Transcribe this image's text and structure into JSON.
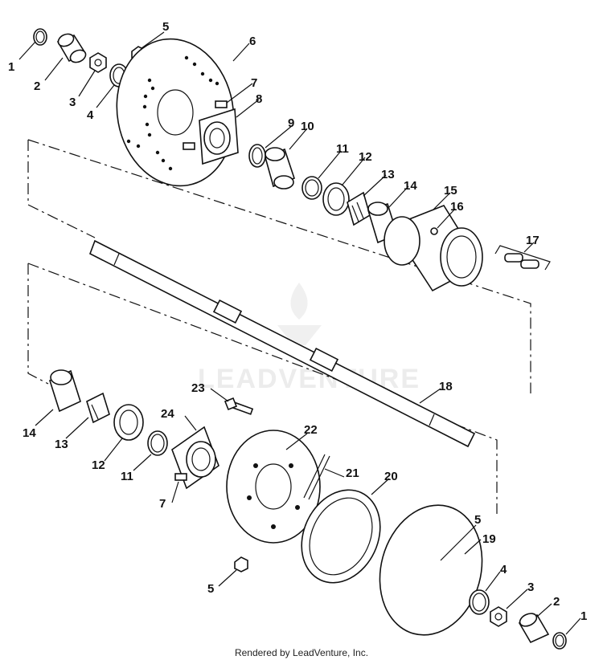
{
  "diagram": {
    "labels": {
      "l1a": "1",
      "l2a": "2",
      "l3a": "3",
      "l4a": "4",
      "l5a": "5",
      "l6": "6",
      "l7a": "7",
      "l8": "8",
      "l9": "9",
      "l10": "10",
      "l11a": "11",
      "l12a": "12",
      "l13a": "13",
      "l14a": "14",
      "l15": "15",
      "l16": "16",
      "l17": "17",
      "l18": "18",
      "l14b": "14",
      "l13b": "13",
      "l12b": "12",
      "l11b": "11",
      "l23": "23",
      "l24": "24",
      "l7b": "7",
      "l22": "22",
      "l21": "21",
      "l20": "20",
      "l5b": "5",
      "l5c": "5",
      "l19": "19",
      "l4b": "4",
      "l3b": "3",
      "l2b": "2",
      "l1b": "1"
    },
    "watermark": "LEADVENTURE"
  },
  "footer": {
    "text": "Rendered by LeadVenture, Inc."
  }
}
